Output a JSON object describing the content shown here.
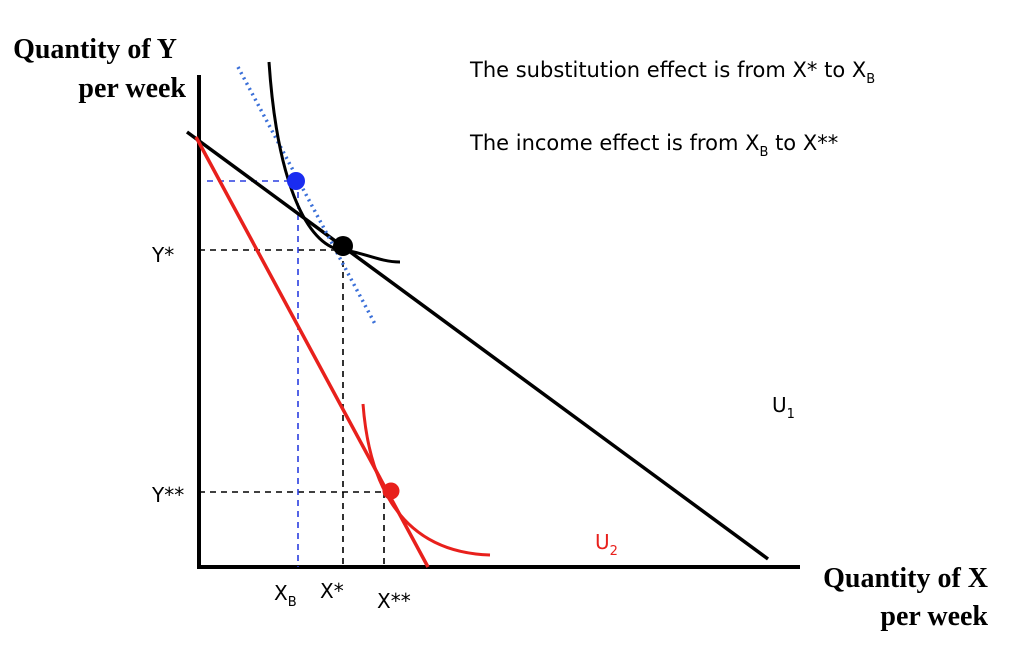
{
  "axes": {
    "y_title_line1": "Quantity of Y",
    "y_title_line2": "per week",
    "x_title_line1": "Quantity of X",
    "x_title_line2": "per week"
  },
  "notes": {
    "substitution": {
      "text": "The substitution effect is from X* to X",
      "sub": "B"
    },
    "income": {
      "text_pre": "The income effect is from X",
      "sub": "B",
      "text_post": " to X**"
    }
  },
  "ticks": {
    "y_star": "Y*",
    "y_double_star": "Y**",
    "x_b": {
      "base": "X",
      "sub": "B"
    },
    "x_star": "X*",
    "x_double_star": "X**"
  },
  "curve_labels": {
    "u1": {
      "base": "U",
      "sub": "1"
    },
    "u2": {
      "base": "U",
      "sub": "2"
    }
  },
  "colors": {
    "original_budget": "#000000",
    "new_budget": "#e8201c",
    "compensated_budget": "#3a6fd8",
    "u1": "#000000",
    "u2": "#e8201c",
    "point_original": "#000000",
    "point_new": "#e8201c",
    "point_compensated": "#1a2cf0",
    "guides": "#000000",
    "compensated_guides": "#2a3ee0"
  }
}
